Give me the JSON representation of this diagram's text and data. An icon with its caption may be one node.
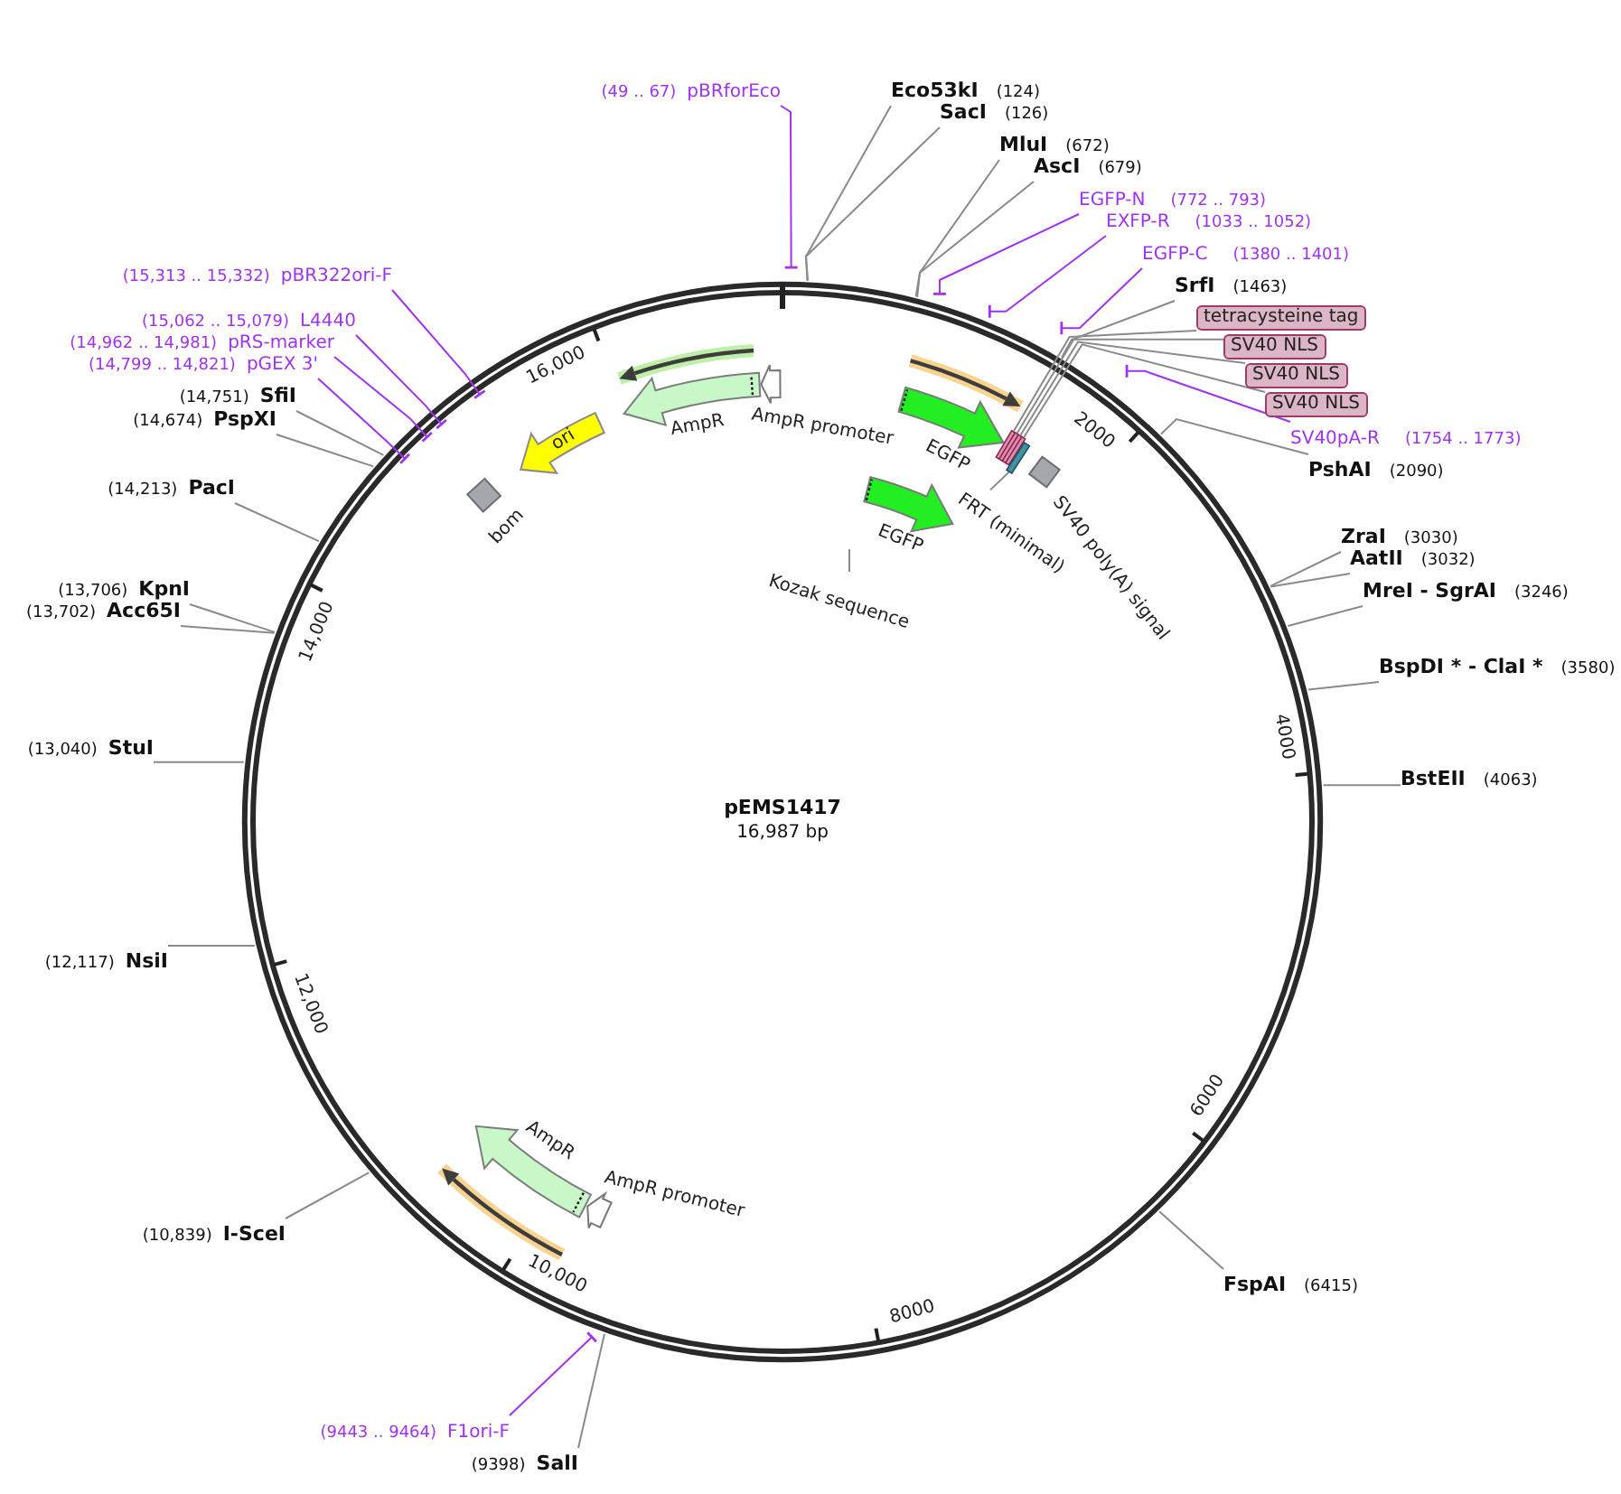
{
  "diagram": {
    "nodes": [
      {
        "text": [
          "(49 .. 67)",
          "pBRforEco"
        ]
      },
      {
        "text": [
          "Eco53kI",
          "(124)"
        ]
      },
      {
        "text": [
          "SacI",
          "(126)"
        ]
      },
      {
        "text": [
          "MluI",
          "(672)"
        ]
      },
      {
        "text": [
          "AscI",
          "(679)"
        ]
      },
      {
        "text": [
          "EGFP-N",
          "(772 .. 793)"
        ]
      },
      {
        "text": [
          "EXFP-R",
          "(1033 .. 1052)"
        ]
      },
      {
        "text": [
          "EGFP-C",
          "(1380 .. 1401)"
        ]
      },
      {
        "text": [
          "SrfI",
          "(1463)"
        ]
      },
      {
        "text": [
          "tetracysteine tag"
        ]
      },
      {
        "text": [
          "SV40 NLS"
        ]
      },
      {
        "text": [
          "SV40 NLS"
        ]
      },
      {
        "text": [
          "SV40 NLS"
        ]
      },
      {
        "text": [
          "SV40pA-R",
          "(1754 .. 1773)"
        ]
      },
      {
        "text": [
          "PshAI",
          "(2090)"
        ]
      },
      {
        "text": [
          "ZraI",
          "(3030)"
        ]
      },
      {
        "text": [
          "AatII",
          "(3032)"
        ]
      },
      {
        "text": [
          "MreI - SgrAI",
          "(3246)"
        ]
      },
      {
        "text": [
          "BspDI * - ClaI *",
          "(3580)"
        ]
      },
      {
        "text": [
          "BstEII",
          "(4063)"
        ]
      },
      {
        "text": [
          "FspAI",
          "(6415)"
        ]
      },
      {
        "text": [
          "(9398)",
          "SalI"
        ]
      },
      {
        "text": [
          "(9443 .. 9464)",
          "F1ori-F"
        ]
      },
      {
        "text": [
          "(10,839)",
          "I-SceI"
        ]
      },
      {
        "text": [
          "(12,117)",
          "NsiI"
        ]
      },
      {
        "text": [
          "(13,040)",
          "StuI"
        ]
      },
      {
        "text": [
          "(13,702)",
          "Acc65I"
        ]
      },
      {
        "text": [
          "(13,706)",
          "KpnI"
        ]
      },
      {
        "text": [
          "(14,213)",
          "PacI"
        ]
      },
      {
        "text": [
          "(14,674)",
          "PspXI"
        ]
      },
      {
        "text": [
          "(14,751)",
          "SfiI"
        ]
      },
      {
        "text": [
          "(14,799 .. 14,821)",
          "pGEX 3'"
        ]
      },
      {
        "text": [
          "(14,962 .. 14,981)",
          "pRS-marker"
        ]
      },
      {
        "text": [
          "(15,062 .. 15,079)",
          "L4440"
        ]
      },
      {
        "text": [
          "(15,313 .. 15,332)",
          "pBR322ori-F"
        ]
      },
      {
        "text": [],
        "shape": "arrow"
      },
      {
        "text": [],
        "shape": "arrow",
        "beside": [
          "EGFP"
        ]
      },
      {
        "text": [],
        "shape": "bar"
      },
      {
        "text": [],
        "shape": "bar"
      },
      {
        "text": [],
        "shape": "bar"
      },
      {
        "text": [],
        "shape": "bar"
      },
      {
        "text": [],
        "shape": "bar"
      },
      {
        "text": [
          "FRT (minimal)"
        ]
      },
      {
        "text": [],
        "shape": "diamond",
        "beside": [
          "SV40 poly(A) signal"
        ]
      },
      {
        "text": [],
        "shape": "arrow",
        "beside": [
          "EGFP"
        ]
      },
      {
        "text": [
          "Kozak sequence"
        ]
      },
      {
        "text": [],
        "shape": "arrow",
        "beside": [
          "AmpR promoter"
        ]
      },
      {
        "text": [],
        "shape": "arrow",
        "beside": [
          "AmpR"
        ]
      },
      {
        "text": [],
        "shape": "arrow"
      },
      {
        "text": [],
        "shape": "diamond",
        "beside": [
          "bom"
        ]
      },
      {
        "text": [
          "ori"
        ]
      },
      {
        "text": [],
        "shape": "arrow",
        "beside": [
          "AmpR"
        ]
      },
      {
        "text": [],
        "shape": "arrow",
        "beside": [
          "AmpR promoter"
        ]
      },
      {
        "text": [],
        "shape": "arrow"
      }
    ],
    "edges": [
      {
        "from": 0,
        "to": null,
        "arrow": "other",
        "color": "#a033f0"
      },
      {
        "from": 1,
        "to": null,
        "arrow": "none"
      },
      {
        "from": 2,
        "to": null,
        "arrow": "none"
      },
      {
        "from": 3,
        "to": null,
        "arrow": "none"
      },
      {
        "from": 4,
        "to": null,
        "arrow": "none"
      },
      {
        "from": 5,
        "to": null,
        "arrow": "other",
        "color": "#a033f0"
      },
      {
        "from": 6,
        "to": null,
        "arrow": "other",
        "color": "#a033f0"
      },
      {
        "from": 7,
        "to": null,
        "arrow": "other",
        "color": "#a033f0"
      },
      {
        "from": 8,
        "to": null,
        "arrow": "none"
      },
      {
        "from": 9,
        "to": 37,
        "arrow": "none"
      },
      {
        "from": 10,
        "to": 38,
        "arrow": "none"
      },
      {
        "from": 11,
        "to": 39,
        "arrow": "none"
      },
      {
        "from": 12,
        "to": 40,
        "arrow": "none"
      },
      {
        "from": 13,
        "to": null,
        "arrow": "other",
        "color": "#a033f0"
      },
      {
        "from": 14,
        "to": null,
        "arrow": "none"
      },
      {
        "from": 15,
        "to": null,
        "arrow": "none"
      },
      {
        "from": 16,
        "to": null,
        "arrow": "none"
      },
      {
        "from": 17,
        "to": null,
        "arrow": "none"
      },
      {
        "from": 18,
        "to": null,
        "arrow": "none"
      },
      {
        "from": 19,
        "to": null,
        "arrow": "none"
      },
      {
        "from": 20,
        "to": null,
        "arrow": "none"
      },
      {
        "from": 21,
        "to": null,
        "arrow": "none"
      },
      {
        "from": 22,
        "to": null,
        "arrow": "other",
        "color": "#a033f0"
      },
      {
        "from": 23,
        "to": null,
        "arrow": "none"
      },
      {
        "from": 24,
        "to": null,
        "arrow": "none"
      },
      {
        "from": 25,
        "to": null,
        "arrow": "none"
      },
      {
        "from": 26,
        "to": null,
        "arrow": "none"
      },
      {
        "from": 27,
        "to": null,
        "arrow": "none"
      },
      {
        "from": 28,
        "to": null,
        "arrow": "none"
      },
      {
        "from": 29,
        "to": null,
        "arrow": "none"
      },
      {
        "from": 30,
        "to": null,
        "arrow": "none"
      },
      {
        "from": 31,
        "to": null,
        "arrow": "other",
        "color": "#a033f0"
      },
      {
        "from": 32,
        "to": null,
        "arrow": "other",
        "color": "#a033f0"
      },
      {
        "from": 33,
        "to": null,
        "arrow": "other",
        "color": "#a033f0"
      },
      {
        "from": 34,
        "to": null,
        "arrow": "other",
        "color": "#a033f0"
      },
      {
        "from": 42,
        "to": 41,
        "arrow": "none"
      },
      {
        "from": 45,
        "to": null,
        "arrow": "none"
      }
    ],
    "labels": [
      "2000",
      "4000",
      "6000",
      "8000",
      "10,000",
      "12,000",
      "14,000",
      "16,000",
      "pEMS1417",
      "16,987 bp"
    ]
  }
}
